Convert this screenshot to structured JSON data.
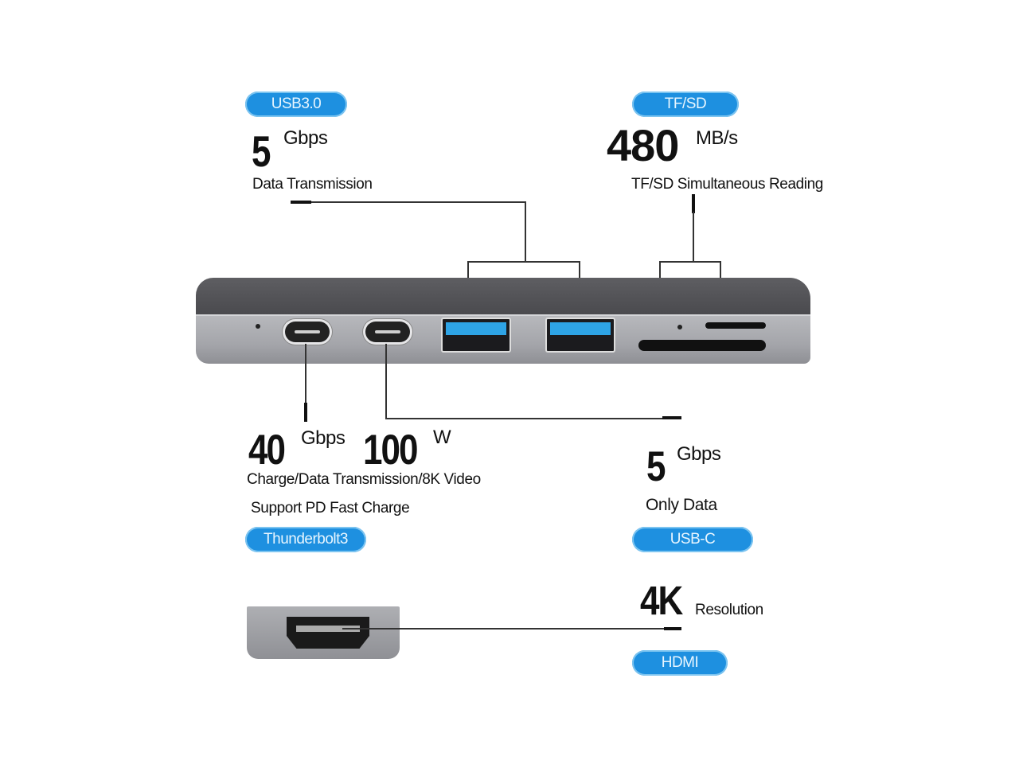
{
  "colors": {
    "badge_bg": "#1e90e0",
    "badge_text": "#e8f6ff",
    "hub_gray": "#5a5a5e",
    "line": "#333333"
  },
  "callouts": {
    "usb3": {
      "badge": "USB3.0",
      "value": "5",
      "unit": "Gbps",
      "description": "Data Transmission"
    },
    "tfsd": {
      "badge": "TF/SD",
      "value": "480",
      "unit": "MB/s",
      "description": "TF/SD Simultaneous Reading"
    },
    "thunderbolt": {
      "badge": "Thunderbolt3",
      "value1": "40",
      "unit1": "Gbps",
      "value2": "100",
      "unit2": "W",
      "description1": "Charge/Data Transmission/8K Video",
      "description2": "Support PD Fast Charge"
    },
    "usbc": {
      "badge": "USB-C",
      "value": "5",
      "unit": "Gbps",
      "description": "Only Data"
    },
    "hdmi": {
      "badge": "HDMI",
      "value": "4K",
      "unit": "Resolution"
    }
  },
  "hub": {
    "ports": [
      "thunderbolt3-usb-c",
      "usb-c",
      "usb3.0-a",
      "usb3.0-a",
      "sd-slot",
      "tf-slot"
    ],
    "icons": [
      "lightning-icon",
      "ss-usb-icon",
      "ss-usb-icon",
      "ss-usb-icon",
      "sd-micro-sd-icon"
    ]
  }
}
